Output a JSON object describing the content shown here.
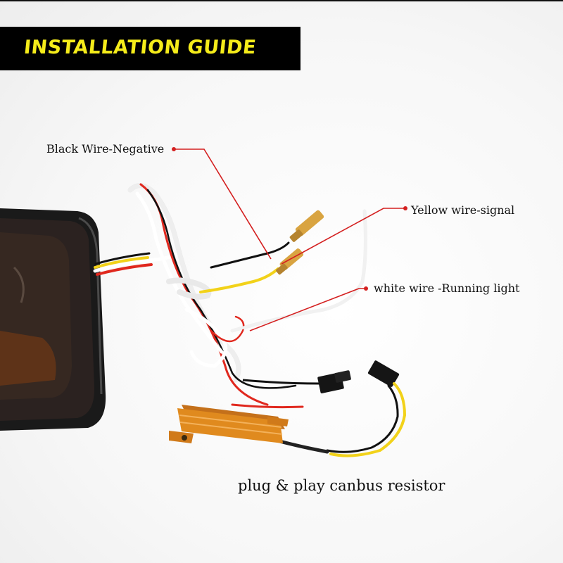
{
  "banner": {
    "title": "INSTALLATION GUIDE"
  },
  "labels": {
    "black_wire": "Black Wire-Negative",
    "yellow_wire": "Yellow wire-signal",
    "white_wire": "white wire -Running light",
    "resistor": "plug & play canbus resistor"
  },
  "colors": {
    "banner_bg": "#000000",
    "banner_text": "#f5ec1a",
    "callout_line": "#d42020",
    "resistor_body": "#e08a1e",
    "wire_red": "#e0281e",
    "wire_yellow": "#f2d21a",
    "wire_white": "#ffffff",
    "wire_black": "#111111"
  }
}
